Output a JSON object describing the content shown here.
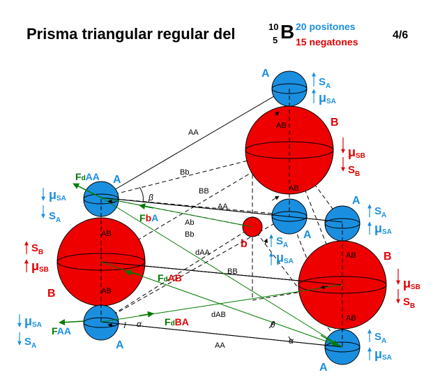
{
  "header": {
    "title": "Prisma triangular regular del",
    "mass_number": "10",
    "atomic_number": "5",
    "symbol": "B",
    "positrons": "20 positones",
    "negatrons": "15 negatones",
    "page": "4/6"
  },
  "colors": {
    "A_sphere": "#1a8fe0",
    "B_sphere": "#ee0000",
    "force_arrow": "#007a00",
    "A_label": "#1a8fe0",
    "B_label": "#e00000"
  },
  "labels": {
    "A": "A",
    "B": "B",
    "b": "b",
    "AA": "AA",
    "AB": "AB",
    "Bb": "Bb",
    "BB": "BB",
    "Ab": "Ab",
    "dAA": "dAA",
    "dAB": "dAB",
    "beta": "β",
    "alpha": "α",
    "theta": "θ",
    "S": "S",
    "mu": "μ",
    "sub_A": "A",
    "sub_B": "B",
    "sub_SA": "SA",
    "sub_SB": "SB",
    "F": "F",
    "d": "d",
    "FdAA_tail": "AA",
    "FbA_mid": "b",
    "FbA_tail": "A",
    "FdAB_tail": "AB",
    "FdBA_tail": "BA",
    "FAA_tail": "AA"
  }
}
